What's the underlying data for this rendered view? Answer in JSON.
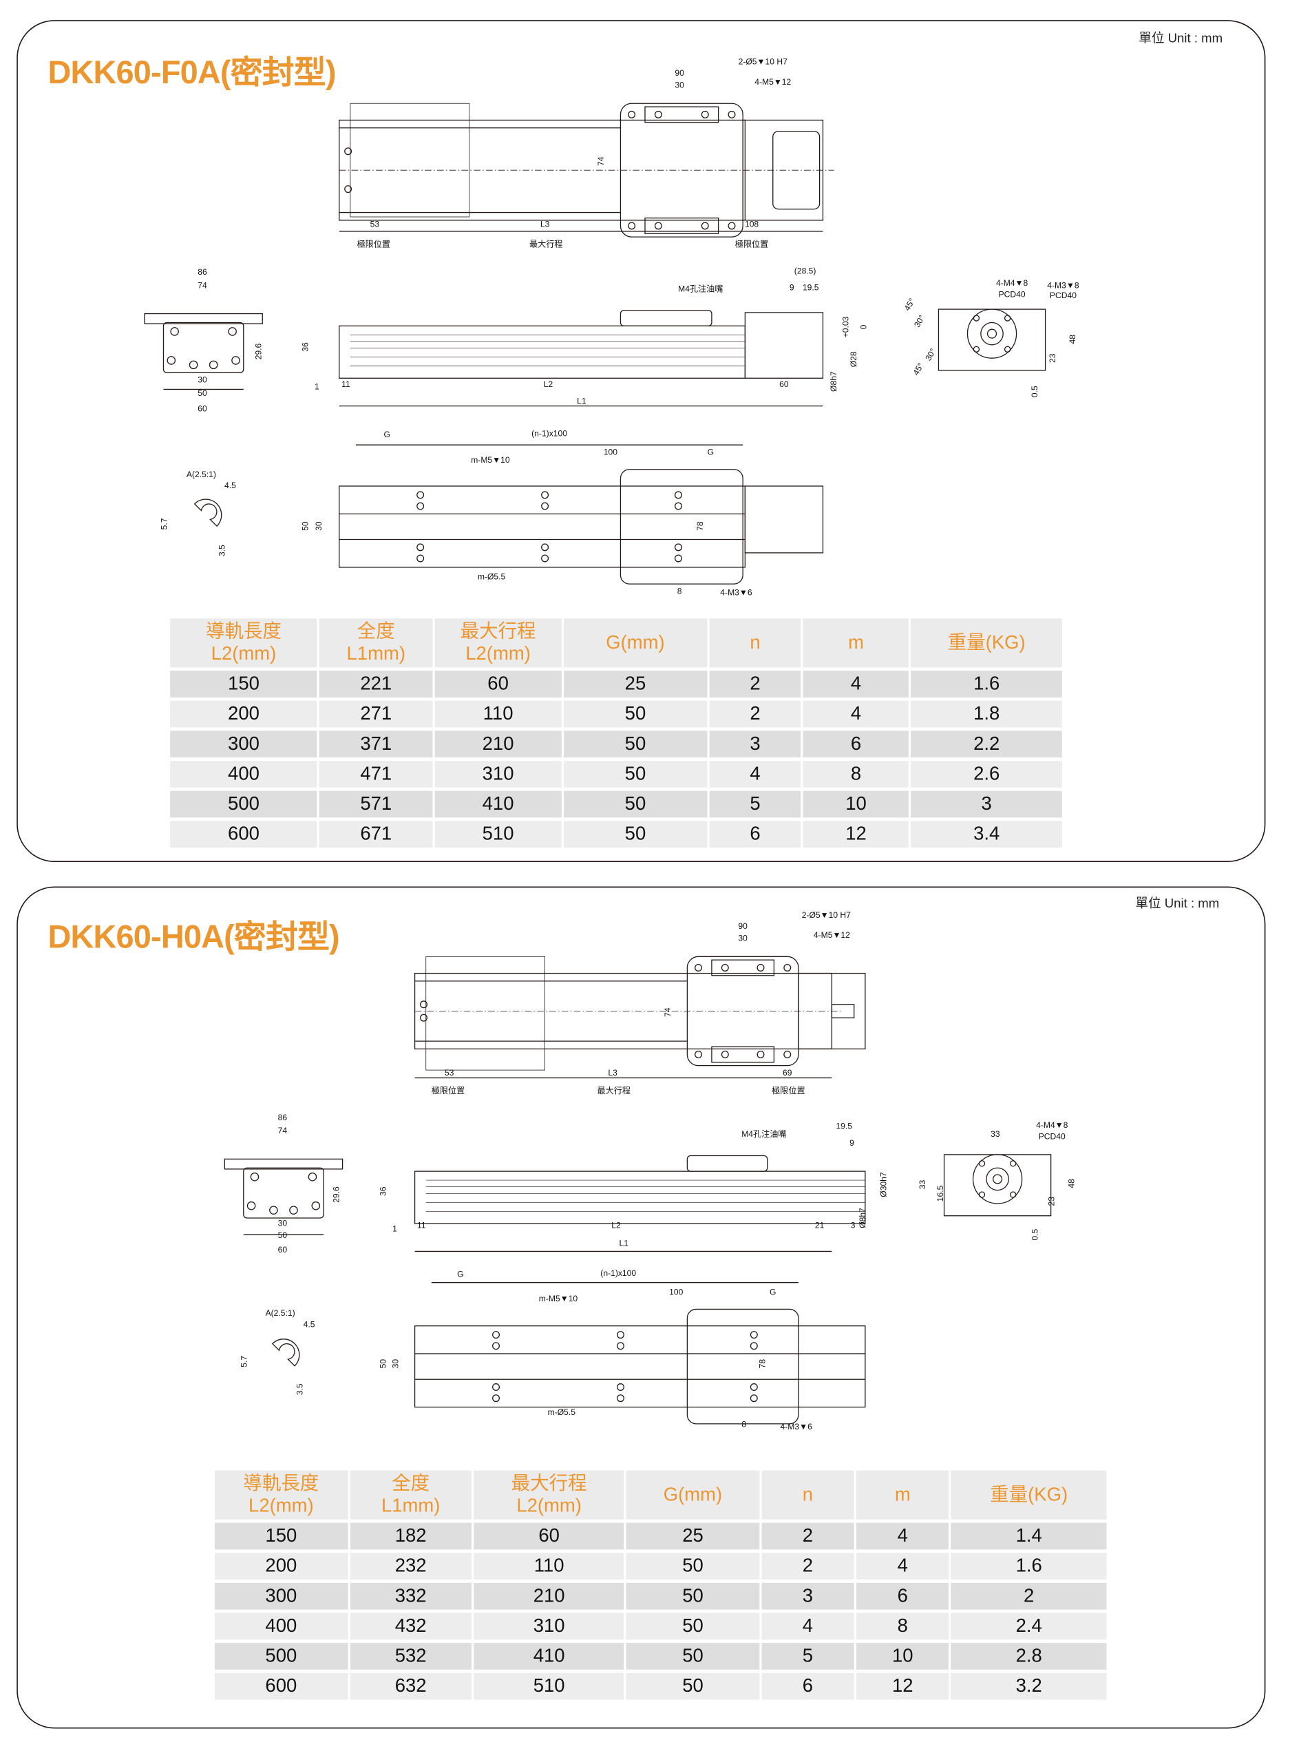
{
  "panels": [
    {
      "title": "DKK60-F0A(密封型)",
      "unit": "單位 Unit : mm",
      "labels": {
        "top": [
          "2-Ø5▼10 H7",
          "90",
          "30",
          "4-M5▼12",
          "74",
          "53",
          "L3",
          "108",
          "極限位置",
          "最大行程",
          "極限位置"
        ],
        "side": [
          "M4孔注油嘴",
          "(28.5)",
          "9",
          "19.5",
          "36",
          "1",
          "11",
          "L2",
          "60",
          "L1",
          "Ø28",
          "+0.03",
          "0",
          "Ø8h7"
        ],
        "end_left": [
          "86",
          "74",
          "29.6",
          "30",
          "50",
          "60"
        ],
        "end_right": [
          "4-M4▼8",
          "PCD40",
          "4-M3▼8",
          "PCD40",
          "45°",
          "30°",
          "30°",
          "45°",
          "48",
          "23",
          "0.5"
        ],
        "bottom": [
          "G",
          "(n-1)x100",
          "100",
          "G",
          "m-M5▼10",
          "m-Ø5.5",
          "8",
          "4-M3▼6",
          "50",
          "30",
          "78"
        ],
        "detail": [
          "A(2.5:1)",
          "4.5",
          "5.7",
          "3.5"
        ]
      },
      "table": {
        "headers": [
          [
            "導軌長度",
            "L2(mm)"
          ],
          [
            "全度",
            "L1mm)"
          ],
          [
            "最大行程",
            "L2(mm)"
          ],
          [
            "G(mm)"
          ],
          [
            "n"
          ],
          [
            "m"
          ],
          [
            "重量(KG)"
          ]
        ],
        "rows": [
          [
            "150",
            "221",
            "60",
            "25",
            "2",
            "4",
            "1.6"
          ],
          [
            "200",
            "271",
            "110",
            "50",
            "2",
            "4",
            "1.8"
          ],
          [
            "300",
            "371",
            "210",
            "50",
            "3",
            "6",
            "2.2"
          ],
          [
            "400",
            "471",
            "310",
            "50",
            "4",
            "8",
            "2.6"
          ],
          [
            "500",
            "571",
            "410",
            "50",
            "5",
            "10",
            "3"
          ],
          [
            "600",
            "671",
            "510",
            "50",
            "6",
            "12",
            "3.4"
          ]
        ]
      }
    },
    {
      "title": "DKK60-H0A(密封型)",
      "unit": "單位 Unit : mm",
      "labels": {
        "top": [
          "2-Ø5▼10 H7",
          "90",
          "30",
          "4-M5▼12",
          "74",
          "53",
          "L3",
          "69",
          "極限位置",
          "最大行程",
          "極限位置"
        ],
        "side": [
          "M4孔注油嘴",
          "19.5",
          "9",
          "Ø30h7",
          "36",
          "1",
          "11",
          "L2",
          "21",
          "3",
          "L1",
          "Ø8h7"
        ],
        "end_left": [
          "86",
          "74",
          "29.6",
          "30",
          "50",
          "60"
        ],
        "end_right": [
          "33",
          "4-M4▼8",
          "PCD40",
          "33",
          "16.5",
          "23",
          "48",
          "0.5"
        ],
        "bottom": [
          "G",
          "(n-1)x100",
          "100",
          "G",
          "m-M5▼10",
          "m-Ø5.5",
          "8",
          "4-M3▼6",
          "50",
          "30",
          "78"
        ],
        "detail": [
          "A(2.5:1)",
          "4.5",
          "5.7",
          "3.5"
        ]
      },
      "table": {
        "headers": [
          [
            "導軌長度",
            "L2(mm)"
          ],
          [
            "全度",
            "L1mm)"
          ],
          [
            "最大行程",
            "L2(mm)"
          ],
          [
            "G(mm)"
          ],
          [
            "n"
          ],
          [
            "m"
          ],
          [
            "重量(KG)"
          ]
        ],
        "rows": [
          [
            "150",
            "182",
            "60",
            "25",
            "2",
            "4",
            "1.4"
          ],
          [
            "200",
            "232",
            "110",
            "50",
            "2",
            "4",
            "1.6"
          ],
          [
            "300",
            "332",
            "210",
            "50",
            "3",
            "6",
            "2"
          ],
          [
            "400",
            "432",
            "310",
            "50",
            "4",
            "8",
            "2.4"
          ],
          [
            "500",
            "532",
            "410",
            "50",
            "5",
            "10",
            "2.8"
          ],
          [
            "600",
            "632",
            "510",
            "50",
            "6",
            "12",
            "3.2"
          ]
        ]
      }
    }
  ],
  "colors": {
    "accent": "#ec962f",
    "line": "#231815",
    "header_bg": "#ebebeb",
    "row_dark": "#dedede",
    "row_light": "#ededed"
  }
}
